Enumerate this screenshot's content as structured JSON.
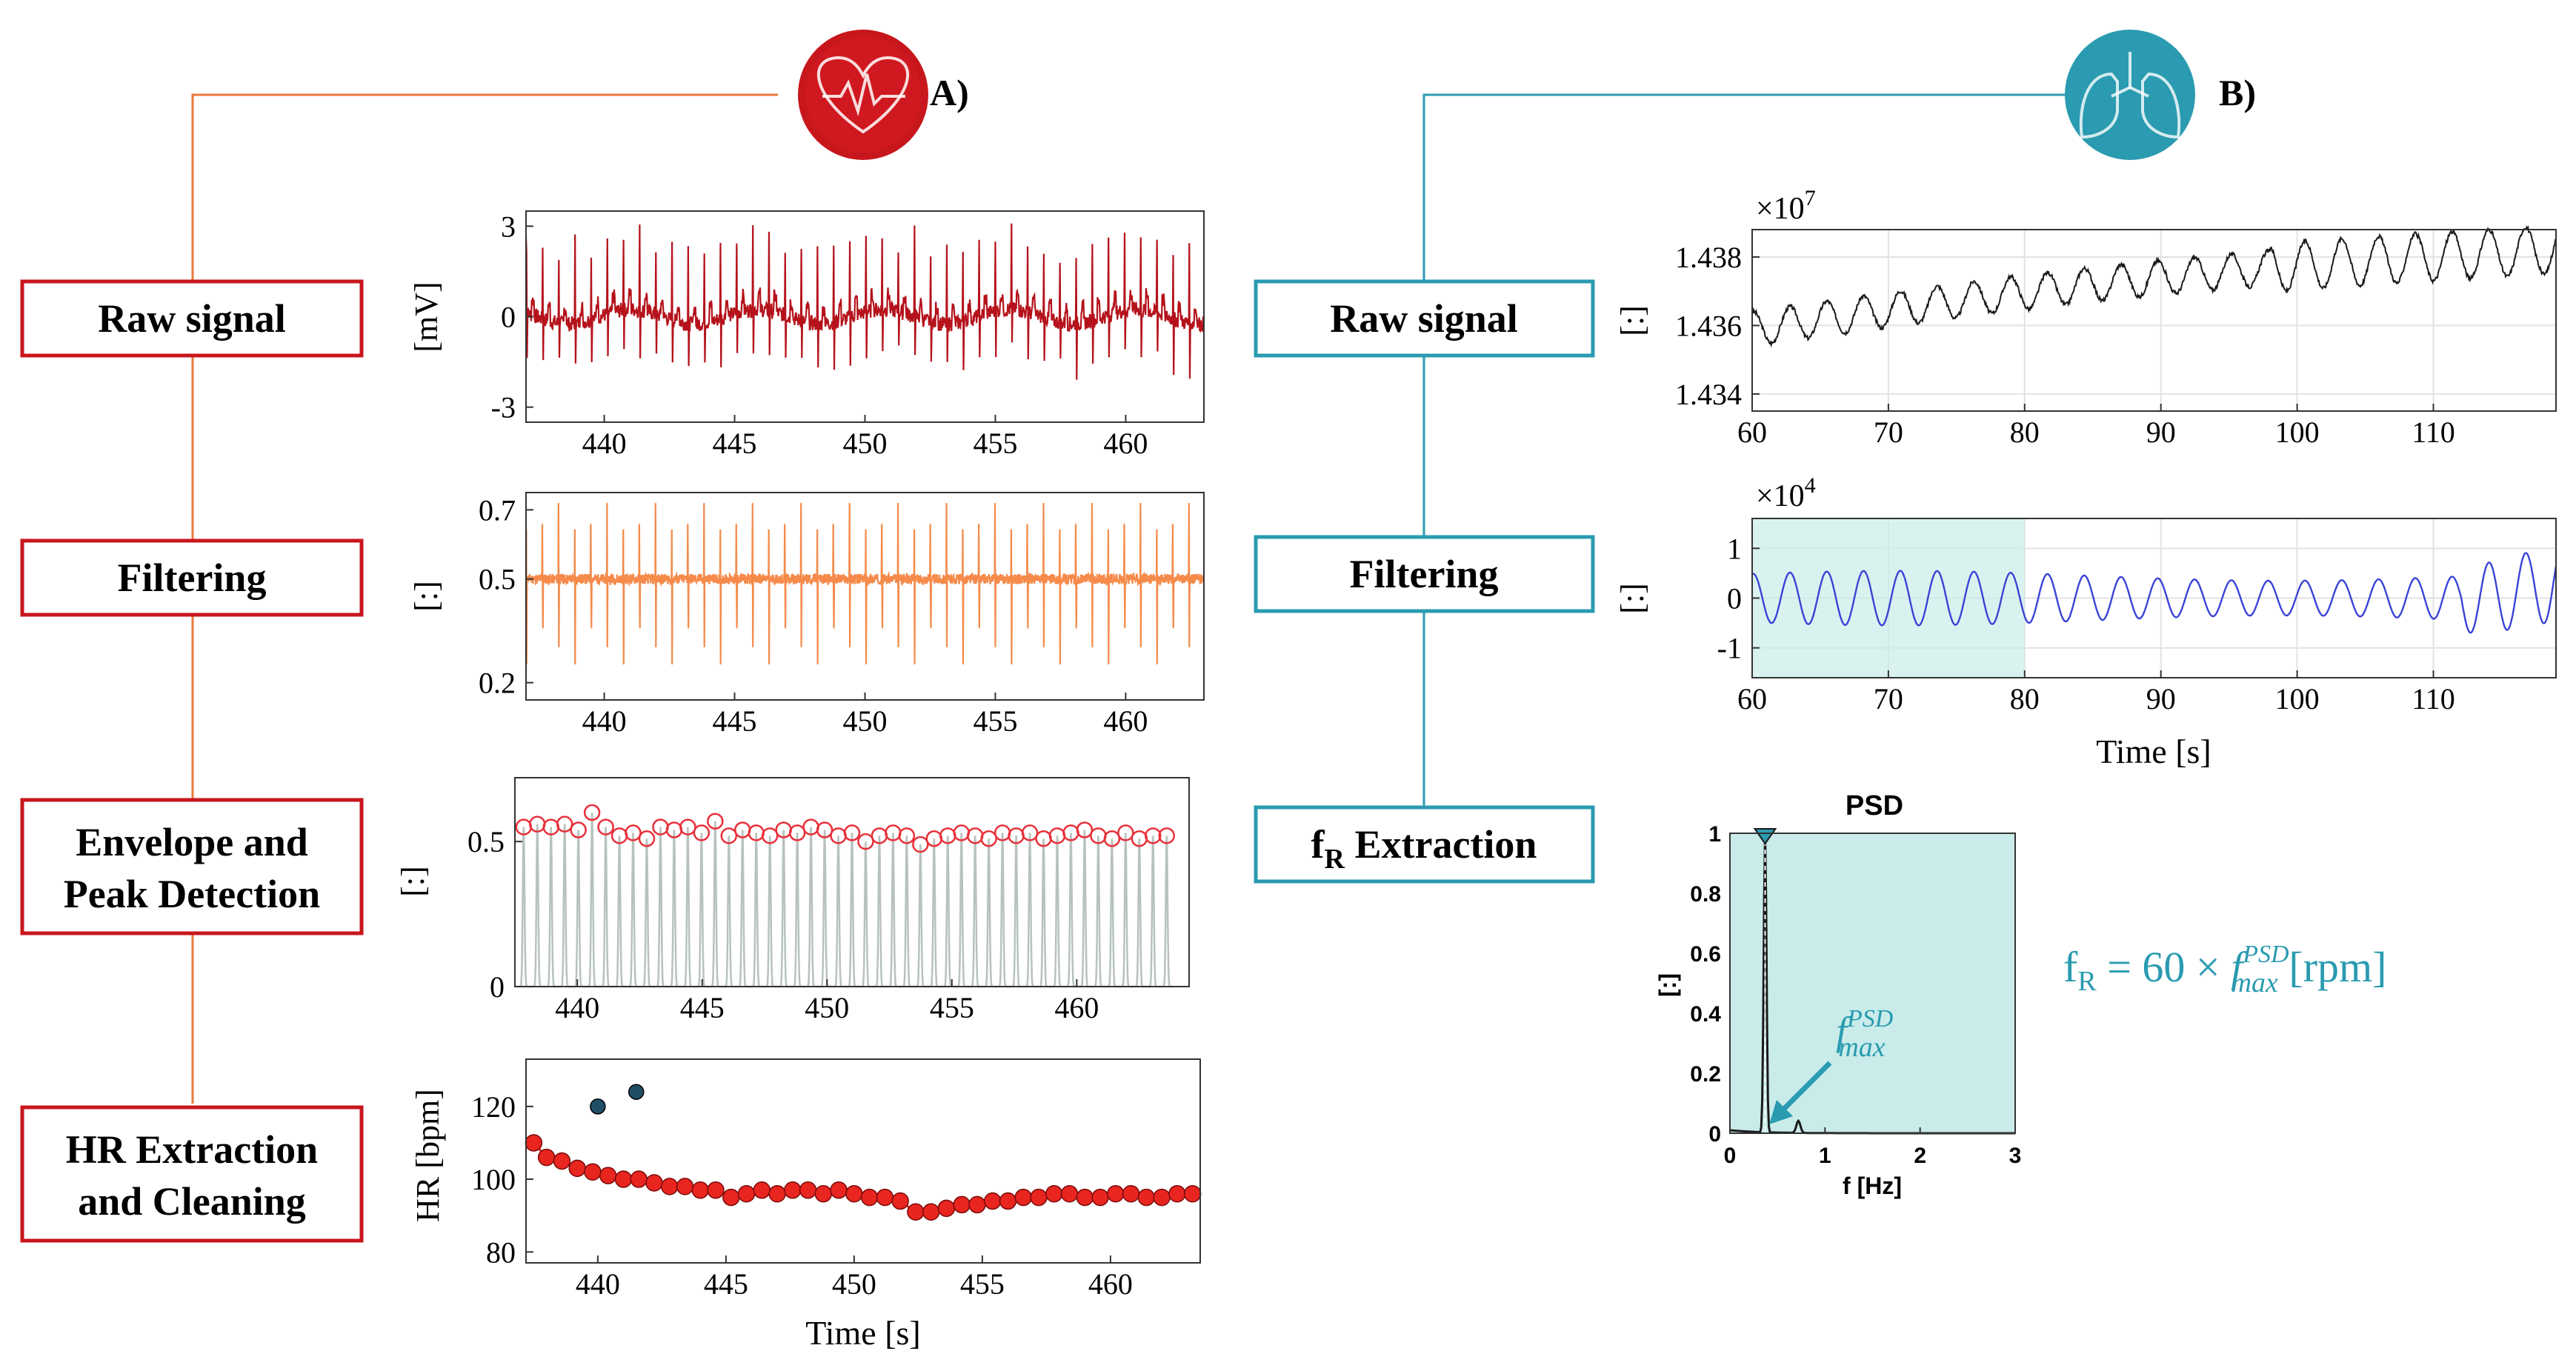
{
  "colors": {
    "ecg_accent": "#c8161d",
    "ecg_line": "#e87a3a",
    "resp_accent": "#2a9bb0",
    "raw_ecg": "#b5121b",
    "filtered_ecg": "#f58a4a",
    "envelope": "#b8c2bc",
    "peak_marker": "#e8303a",
    "hr_point": "#e8251f",
    "outlier_point": "#1f4f66",
    "raw_resp": "#1a1a1a",
    "filtered_resp": "#3a43d6",
    "psd_shade": "#c9ecea",
    "psd_accent": "#2a9bb0"
  },
  "panel_a": {
    "label": "A)",
    "icon": "heart-ecg-icon",
    "steps": [
      "Raw signal",
      "Filtering",
      "Envelope and",
      "Peak Detection",
      "HR Extraction",
      "and Cleaning"
    ]
  },
  "panel_b": {
    "label": "B)",
    "icon": "lungs-icon",
    "steps": [
      "Raw signal",
      "Filtering",
      "f",
      "R",
      " Extraction"
    ],
    "formula": {
      "lhs": "f",
      "lhs_sub": "R",
      "mid": " = 60 × ",
      "f": "f",
      "f_sup": "PSD",
      "f_sub": "max",
      "unit": " [rpm]"
    },
    "arrow_label": {
      "f": "f",
      "sup": "PSD",
      "sub": "max"
    }
  },
  "chart_data": [
    {
      "id": "ecg-raw",
      "type": "line",
      "ylabel": "[mV]",
      "xlim": [
        437,
        463
      ],
      "ylim": [
        -3.5,
        3.5
      ],
      "xticks": [
        "440",
        "445",
        "450",
        "455",
        "460"
      ],
      "yticks": [
        "3",
        "0",
        "-3"
      ],
      "beat_interval_s": 0.62
    },
    {
      "id": "ecg-filtered",
      "type": "line",
      "ylabel": "[:]",
      "xlim": [
        437,
        463
      ],
      "ylim": [
        0.15,
        0.75
      ],
      "xticks": [
        "440",
        "445",
        "450",
        "455",
        "460"
      ],
      "yticks": [
        "0.7",
        "0.5",
        "0.2"
      ],
      "beat_interval_s": 0.62
    },
    {
      "id": "ecg-envelope",
      "type": "line",
      "ylabel": "[:]",
      "xlim": [
        437.5,
        464.5
      ],
      "ylim": [
        0,
        0.72
      ],
      "xticks": [
        "440",
        "445",
        "450",
        "455",
        "460"
      ],
      "yticks": [
        "0.5",
        "0"
      ],
      "series": [
        {
          "name": "",
          "kind": "envelope"
        }
      ],
      "peaks": [
        0.55,
        0.56,
        0.55,
        0.56,
        0.54,
        0.6,
        0.55,
        0.52,
        0.53,
        0.51,
        0.55,
        0.54,
        0.55,
        0.53,
        0.57,
        0.52,
        0.54,
        0.53,
        0.52,
        0.54,
        0.53,
        0.55,
        0.54,
        0.52,
        0.53,
        0.5,
        0.52,
        0.53,
        0.52,
        0.49,
        0.51,
        0.52,
        0.53,
        0.52,
        0.51,
        0.53,
        0.52,
        0.53,
        0.51,
        0.52,
        0.53,
        0.54,
        0.52,
        0.51,
        0.53,
        0.51,
        0.52,
        0.52
      ]
    },
    {
      "id": "hr",
      "type": "scatter",
      "xlabel": "Time [s]",
      "ylabel": "HR [bpm]",
      "xlim": [
        437.2,
        463.5
      ],
      "ylim": [
        77,
        133
      ],
      "xticks": [
        "440",
        "445",
        "450",
        "455",
        "460"
      ],
      "yticks": [
        "120",
        "100",
        "80"
      ],
      "x": [
        437.5,
        438,
        438.6,
        439.2,
        439.8,
        440.4,
        441,
        441.6,
        442.2,
        442.8,
        443.4,
        444,
        444.6,
        445.2,
        445.8,
        446.4,
        447,
        447.6,
        448.2,
        448.8,
        449.4,
        450,
        450.6,
        451.2,
        451.8,
        452.4,
        453,
        453.6,
        454.2,
        454.8,
        455.4,
        456,
        456.6,
        457.2,
        457.8,
        458.4,
        459,
        459.6,
        460.2,
        460.8,
        461.4,
        462,
        462.6,
        463.2
      ],
      "y": [
        110,
        106,
        105,
        103,
        102,
        101,
        100,
        100,
        99,
        98,
        98,
        97,
        97,
        95,
        96,
        97,
        96,
        97,
        97,
        96,
        97,
        96,
        95,
        95,
        94,
        91,
        91,
        92,
        93,
        93,
        94,
        94,
        95,
        95,
        96,
        96,
        95,
        95,
        96,
        96,
        95,
        95,
        96,
        96
      ],
      "outliers": {
        "x": [
          440,
          441.5
        ],
        "y": [
          120,
          124
        ]
      }
    },
    {
      "id": "resp-raw",
      "type": "line",
      "ylabel": "[:]",
      "xlim": [
        60,
        119
      ],
      "ylim": [
        1.4335,
        1.4388
      ],
      "exponent": "×10",
      "exponent_power": "7",
      "xticks": [
        "60",
        "70",
        "80",
        "90",
        "100",
        "110"
      ],
      "yticks": [
        "1.438",
        "1.436",
        "1.434"
      ],
      "period_s": 2.7,
      "grid": true
    },
    {
      "id": "resp-filtered",
      "type": "line",
      "xlabel": "Time [s]",
      "ylabel": "[:]",
      "xlim": [
        60,
        119
      ],
      "ylim": [
        -1.6,
        1.6
      ],
      "exponent": "×10",
      "exponent_power": "4",
      "xticks": [
        "60",
        "70",
        "80",
        "90",
        "100",
        "110"
      ],
      "yticks": [
        "1",
        "0",
        "-1"
      ],
      "period_s": 2.7,
      "window": [
        60,
        80
      ],
      "grid": true
    },
    {
      "id": "psd",
      "type": "area",
      "title": "PSD",
      "xlabel": "f [Hz]",
      "ylabel": "[:]",
      "xlim": [
        0,
        3
      ],
      "ylim": [
        0,
        1
      ],
      "xticks": [
        "0",
        "1",
        "2",
        "3"
      ],
      "yticks": [
        "1",
        "0.8",
        "0.6",
        "0.4",
        "0.2",
        "0"
      ],
      "peak": {
        "f": 0.37,
        "power": 1.0
      },
      "second_peak": {
        "f": 0.72,
        "power": 0.04
      }
    }
  ]
}
